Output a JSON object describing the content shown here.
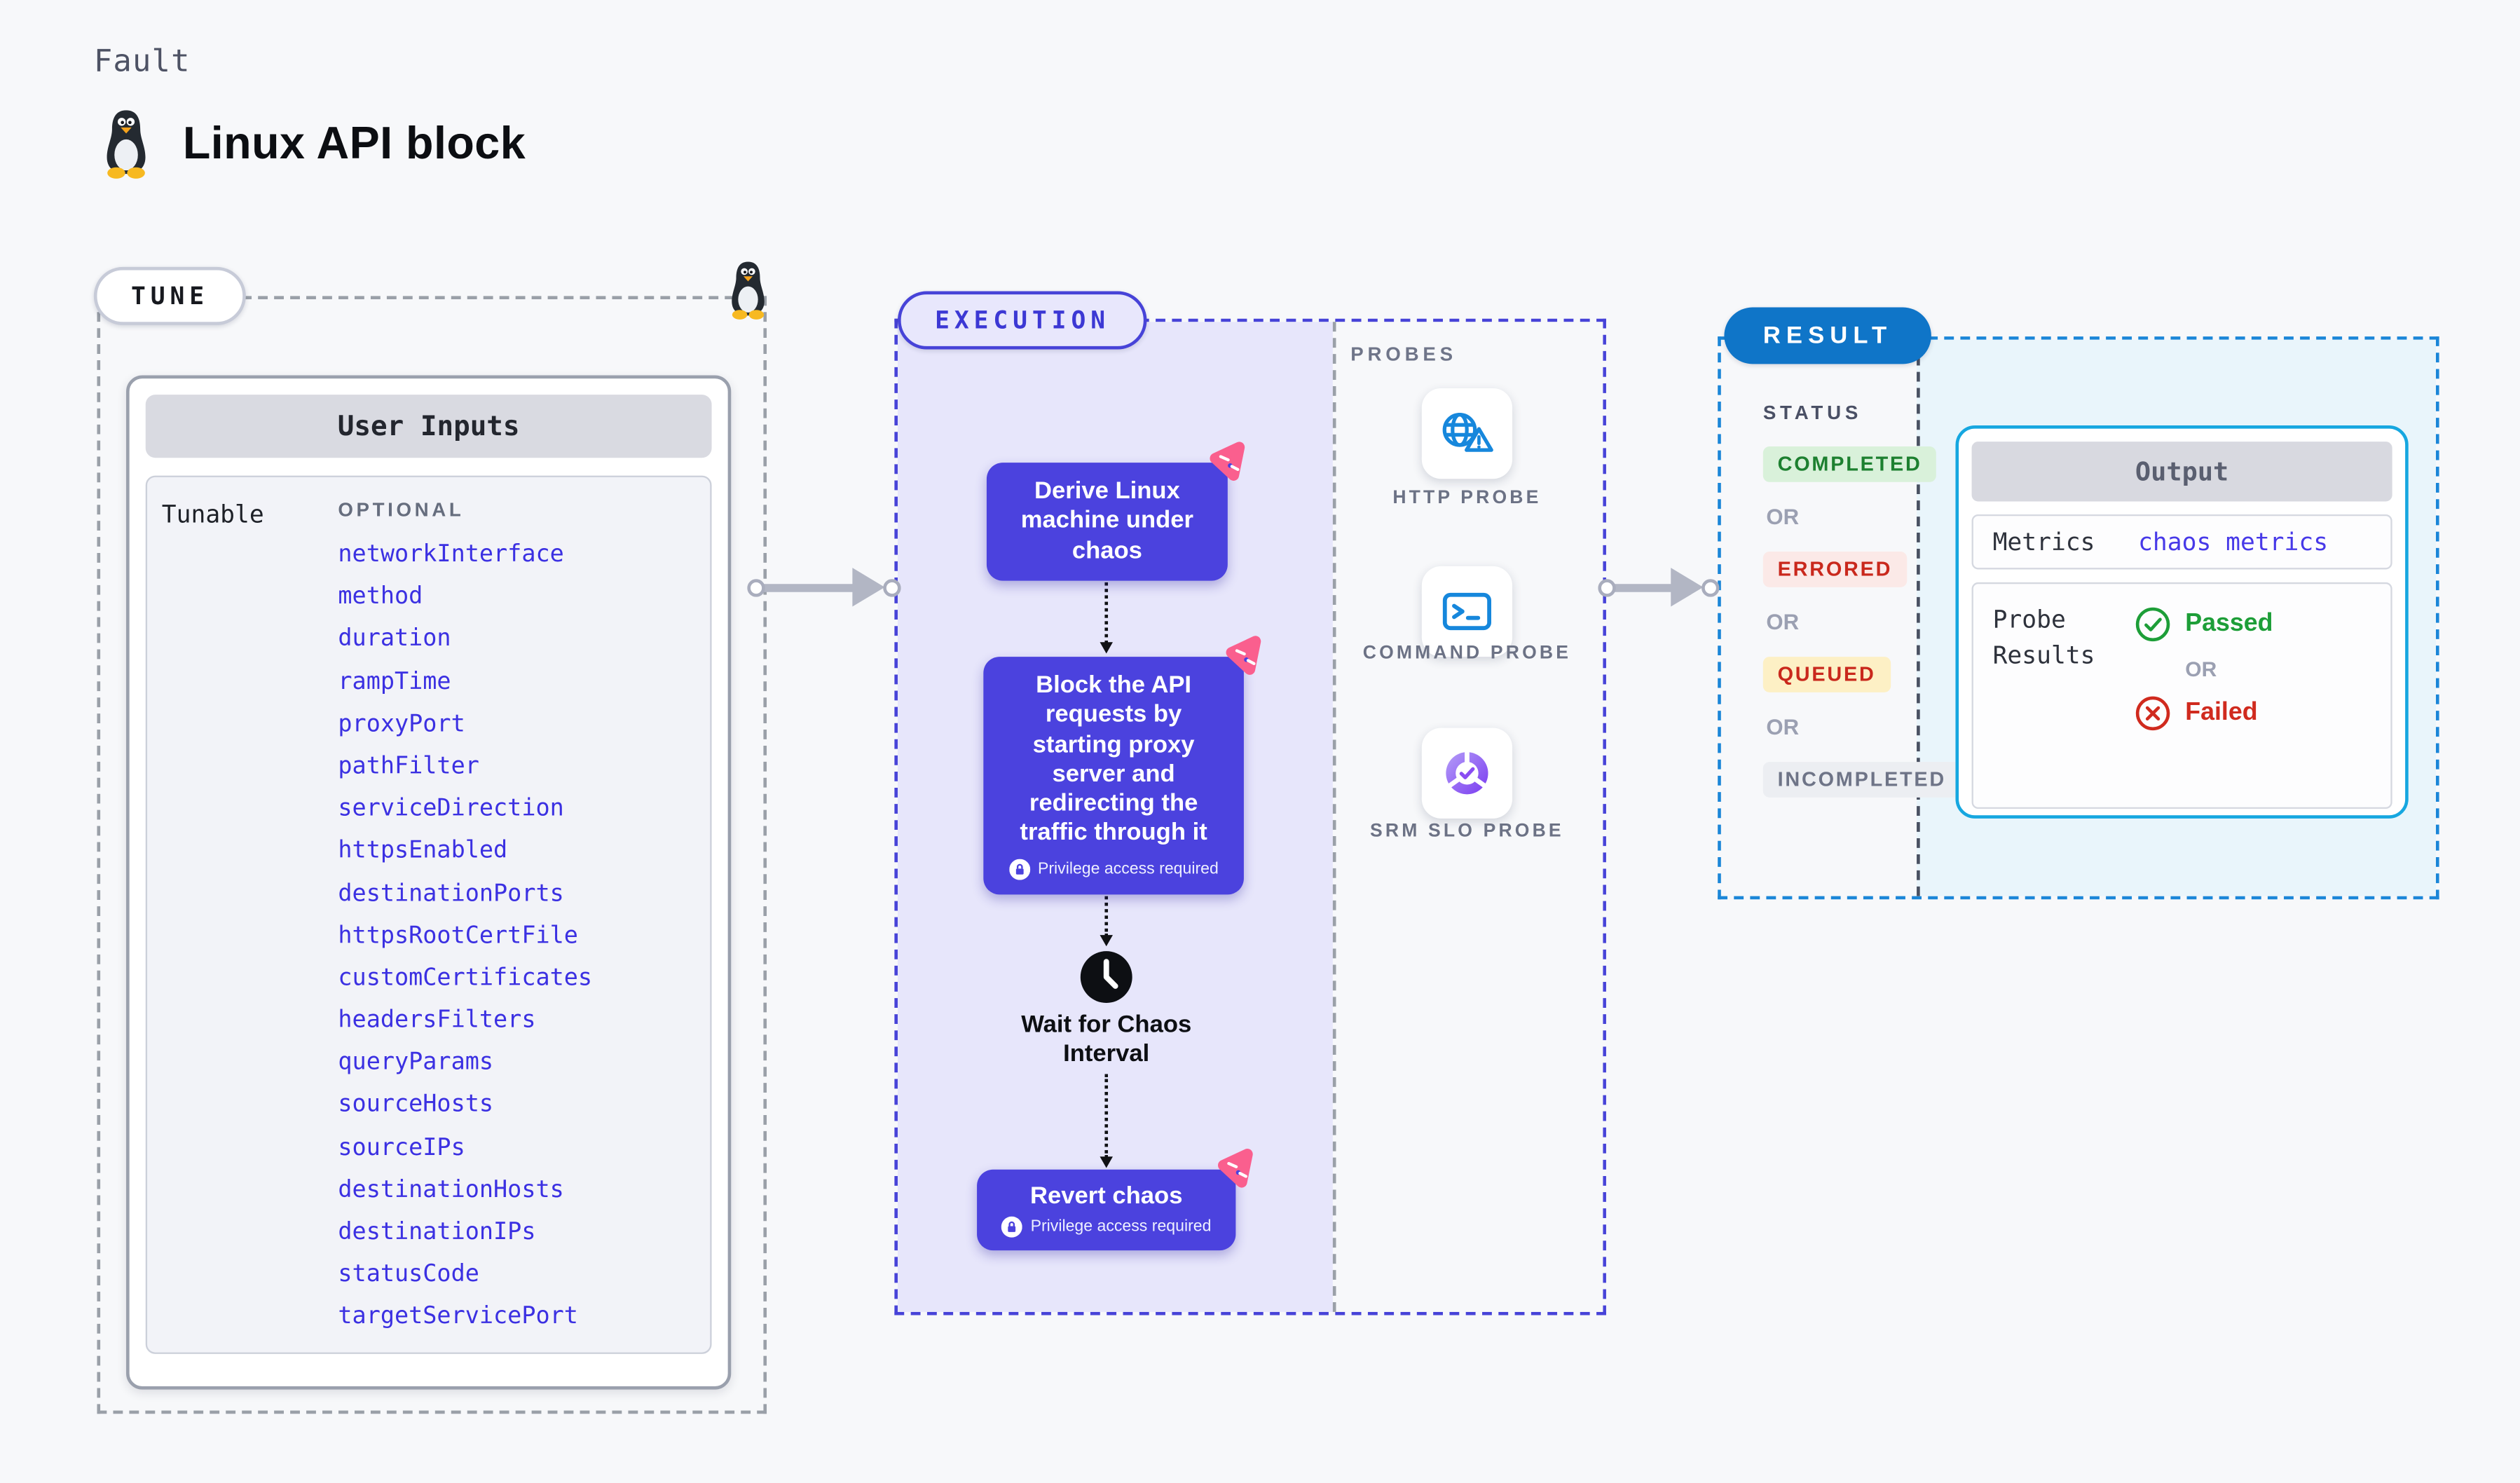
{
  "page": {
    "fault_label": "Fault",
    "title": "Linux API block"
  },
  "tune": {
    "pill": "TUNE",
    "card_title": "User Inputs",
    "row_label": "Tunable",
    "column_header": "OPTIONAL",
    "params": [
      "networkInterface",
      "method",
      "duration",
      "rampTime",
      "proxyPort",
      "pathFilter",
      "serviceDirection",
      "httpsEnabled",
      "destinationPorts",
      "httpsRootCertFile",
      "customCertificates",
      "headersFilters",
      "queryParams",
      "sourceHosts",
      "sourceIPs",
      "destinationHosts",
      "destinationIPs",
      "statusCode",
      "targetServicePort"
    ]
  },
  "execution": {
    "pill": "EXECUTION",
    "nodes": {
      "derive": {
        "label": "Derive Linux machine under chaos"
      },
      "block": {
        "label": "Block the API requests by starting proxy server and redirecting the traffic through it",
        "privilege": "Privilege access required"
      },
      "wait": {
        "label": "Wait for Chaos Interval"
      },
      "revert": {
        "label": "Revert chaos",
        "privilege": "Privilege access required"
      }
    }
  },
  "probes": {
    "section_label": "PROBES",
    "items": [
      {
        "label": "HTTP PROBE",
        "icon": "globe-warning-icon"
      },
      {
        "label": "COMMAND PROBE",
        "icon": "terminal-icon"
      },
      {
        "label": "SRM SLO PROBE",
        "icon": "slo-pie-check-icon"
      }
    ]
  },
  "result": {
    "pill": "RESULT",
    "status_label": "STATUS",
    "or_label": "OR",
    "statuses": [
      {
        "label": "COMPLETED",
        "fg": "#1d8030",
        "bg": "#d9f1da"
      },
      {
        "label": "ERRORED",
        "fg": "#c9281c",
        "bg": "#fbe9e7"
      },
      {
        "label": "QUEUED",
        "fg": "#c9281c",
        "bg": "#fdf0c5"
      },
      {
        "label": "INCOMPLETED",
        "fg": "#6e7487",
        "bg": "#eceef2"
      }
    ],
    "output": {
      "title": "Output",
      "metrics_label": "Metrics",
      "metrics_value": "chaos metrics",
      "probe_results_label": "Probe Results",
      "passed": "Passed",
      "failed": "Failed"
    }
  },
  "icons": {
    "fault_icon": "tux-penguin-icon",
    "node_corner_icon": "chaos-logo-icon",
    "privilege_icon": "lock-icon",
    "wait_icon": "clock-icon",
    "passed_icon": "check-circle-icon",
    "failed_icon": "x-circle-icon"
  },
  "colors": {
    "accent_indigo": "#4743d8",
    "node_purple": "#4b42de",
    "execution_bg": "#e7e6fb",
    "chaos_logo_pink": "#fa5f8e",
    "probe_icon_blue": "#1687dc",
    "result_pill_blue": "#0f75c8",
    "result_border_blue": "#1b86d8",
    "output_border_cyan": "#16a7e0",
    "output_bg_cyan": "#e9f5fb",
    "link_blue": "#3b30e2",
    "passed_green": "#1d9e38",
    "failed_red": "#d02a1e"
  }
}
